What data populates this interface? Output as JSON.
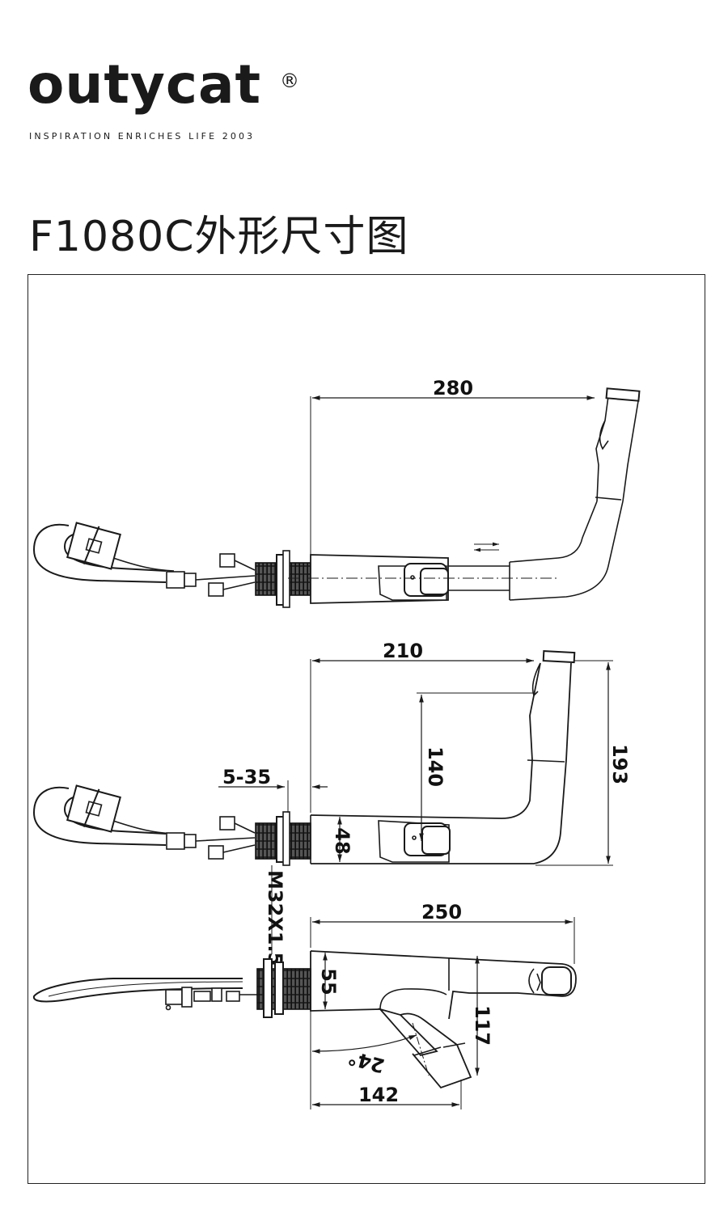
{
  "brand": {
    "name": "outycat",
    "registered_mark": "®",
    "tagline": "INSPIRATION ENRICHES LIFE 2003"
  },
  "page": {
    "title": "F1080C外形尺寸图"
  },
  "dimensions": {
    "view1_spout_reach": "280",
    "view2_spout_reach": "210",
    "mount_thickness_range": "5-35",
    "spout_outlet_height": "140",
    "total_height": "193",
    "body_height": "48",
    "thread_spec": "M32X1.5",
    "view3_length": "250",
    "view3_body_height": "55",
    "handle_height": "117",
    "handle_angle": "24°",
    "handle_reach": "142"
  },
  "icons": {
    "pull_out_arrows": "double-arrow-icon"
  }
}
